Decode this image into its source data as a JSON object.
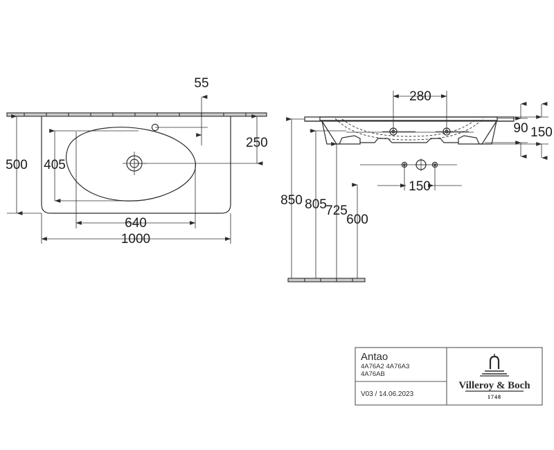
{
  "document": {
    "type": "technical-drawing",
    "subject": "Antao washbasin dimensional drawing",
    "views": [
      "plan-view",
      "side-elevation-section"
    ],
    "units": "mm"
  },
  "plan_view": {
    "name": "plan-view",
    "dimensions": {
      "overall_width": "1000",
      "overall_depth": "500",
      "bowl_width": "640",
      "bowl_depth": "405",
      "overflow_from_wall": "55",
      "bowl_centre_from_wall": "250"
    }
  },
  "elevation_view": {
    "name": "side-elevation-section",
    "dimensions": {
      "tap_hole_spacing_top": "280",
      "rim_to_bowl_base": "90",
      "overall_height_of_basin": "150",
      "tap_hole_spacing_lower": "150",
      "height_top_of_basin": "850",
      "height_second": "805",
      "height_third": "725",
      "height_fourth": "600"
    }
  },
  "title_block": {
    "product_name": "Antao",
    "article_numbers_line1": "4A76A2 4A76A3",
    "article_numbers_line2": "4A76AB",
    "version_date": "V03 / 14.06.2023",
    "brand": "Villeroy & Boch",
    "brand_year": "1748",
    "brand_mark": "fountain-icon"
  },
  "colors": {
    "line": "#2b2b2b",
    "table_border": "#555555",
    "background": "#ffffff",
    "hatch_fill": "#c9c9c9"
  }
}
